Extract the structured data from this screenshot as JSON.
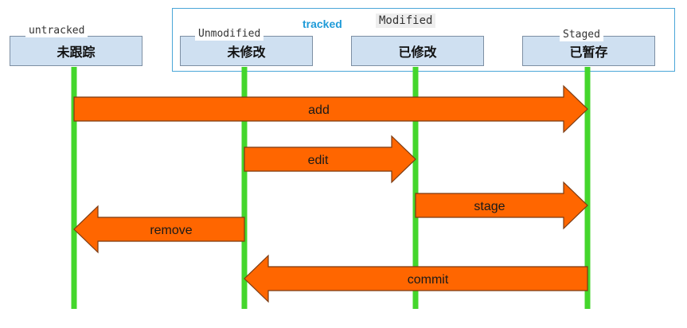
{
  "tracked_label": "tracked",
  "modified_tag": "Modified",
  "states": [
    {
      "key": "untracked",
      "label_en": "untracked",
      "label_zh": "未跟踪"
    },
    {
      "key": "unmodified",
      "label_en": "Unmodified",
      "label_zh": "未修改"
    },
    {
      "key": "modified",
      "label_en": "",
      "label_zh": "已修改"
    },
    {
      "key": "staged",
      "label_en": "Staged",
      "label_zh": "已暂存"
    }
  ],
  "actions": [
    {
      "label": "add",
      "from": "untracked",
      "to": "staged"
    },
    {
      "label": "edit",
      "from": "unmodified",
      "to": "modified"
    },
    {
      "label": "stage",
      "from": "modified",
      "to": "staged"
    },
    {
      "label": "remove",
      "from": "unmodified",
      "to": "untracked"
    },
    {
      "label": "commit",
      "from": "staged",
      "to": "unmodified"
    }
  ],
  "colors": {
    "arrow_fill": "#ff6600",
    "arrow_stroke": "#7a3a12",
    "lifeline": "#44d62c",
    "box_fill": "#cfe0f1",
    "tracked_frame": "#4aa6d8",
    "tracked_text": "#1f9bd8"
  }
}
